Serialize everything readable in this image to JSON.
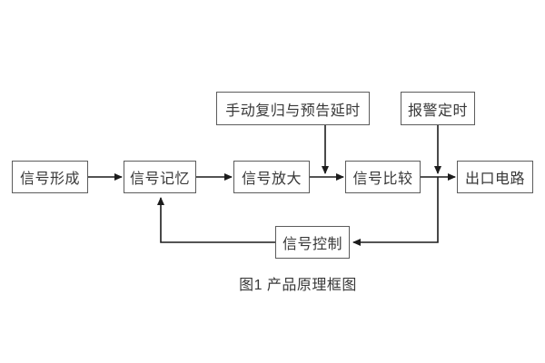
{
  "diagram": {
    "caption": "图1 产品原理框图",
    "nodes": {
      "signal_formation": {
        "label": "信号形成"
      },
      "signal_memory": {
        "label": "信号记忆"
      },
      "signal_amplification": {
        "label": "信号放大"
      },
      "signal_comparison": {
        "label": "信号比较"
      },
      "output_circuit": {
        "label": "出口电路"
      },
      "manual_reset_delay": {
        "label": "手动复归与预告延时"
      },
      "alarm_timing": {
        "label": "报警定时"
      },
      "signal_control": {
        "label": "信号控制"
      }
    },
    "edges": [
      {
        "from": "signal_formation",
        "to": "signal_memory"
      },
      {
        "from": "signal_memory",
        "to": "signal_amplification"
      },
      {
        "from": "signal_amplification",
        "to": "signal_comparison"
      },
      {
        "from": "signal_comparison",
        "to": "output_circuit"
      },
      {
        "from": "manual_reset_delay",
        "to": "signal_amplification-signal_comparison-link"
      },
      {
        "from": "alarm_timing",
        "to": "signal_comparison-output_circuit-link"
      },
      {
        "from": "signal_comparison-output_circuit-link",
        "to": "signal_control"
      },
      {
        "from": "signal_control",
        "to": "signal_memory"
      }
    ],
    "colors": {
      "background": "#ffffff",
      "box_border": "#5c5c5c",
      "text": "#383838",
      "line": "#1c1c1c"
    }
  }
}
